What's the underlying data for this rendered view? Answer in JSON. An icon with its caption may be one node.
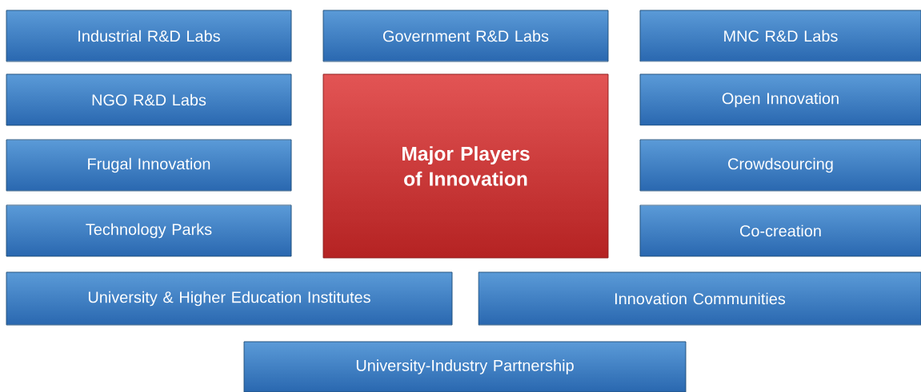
{
  "diagram": {
    "nodes": [
      {
        "text": [
          "Industrial R&D Labs"
        ]
      },
      {
        "text": [
          "Government R&D Labs"
        ]
      },
      {
        "text": [
          "MNC R&D Labs"
        ]
      },
      {
        "text": [
          "NGO R&D Labs"
        ]
      },
      {
        "text": [
          "Major Players of Innovation"
        ]
      },
      {
        "text": [
          "Open Innovation"
        ]
      },
      {
        "text": [
          "Frugal Innovation"
        ]
      },
      {
        "text": [
          "Crowdsourcing"
        ]
      },
      {
        "text": [
          "Technology Parks"
        ]
      },
      {
        "text": [
          "Co-creation"
        ]
      },
      {
        "text": [
          "University & Higher Education Institutes"
        ]
      },
      {
        "text": [
          "Innovation Communities"
        ]
      },
      {
        "text": [
          "University-Industry Partnership"
        ]
      }
    ],
    "edges": []
  }
}
